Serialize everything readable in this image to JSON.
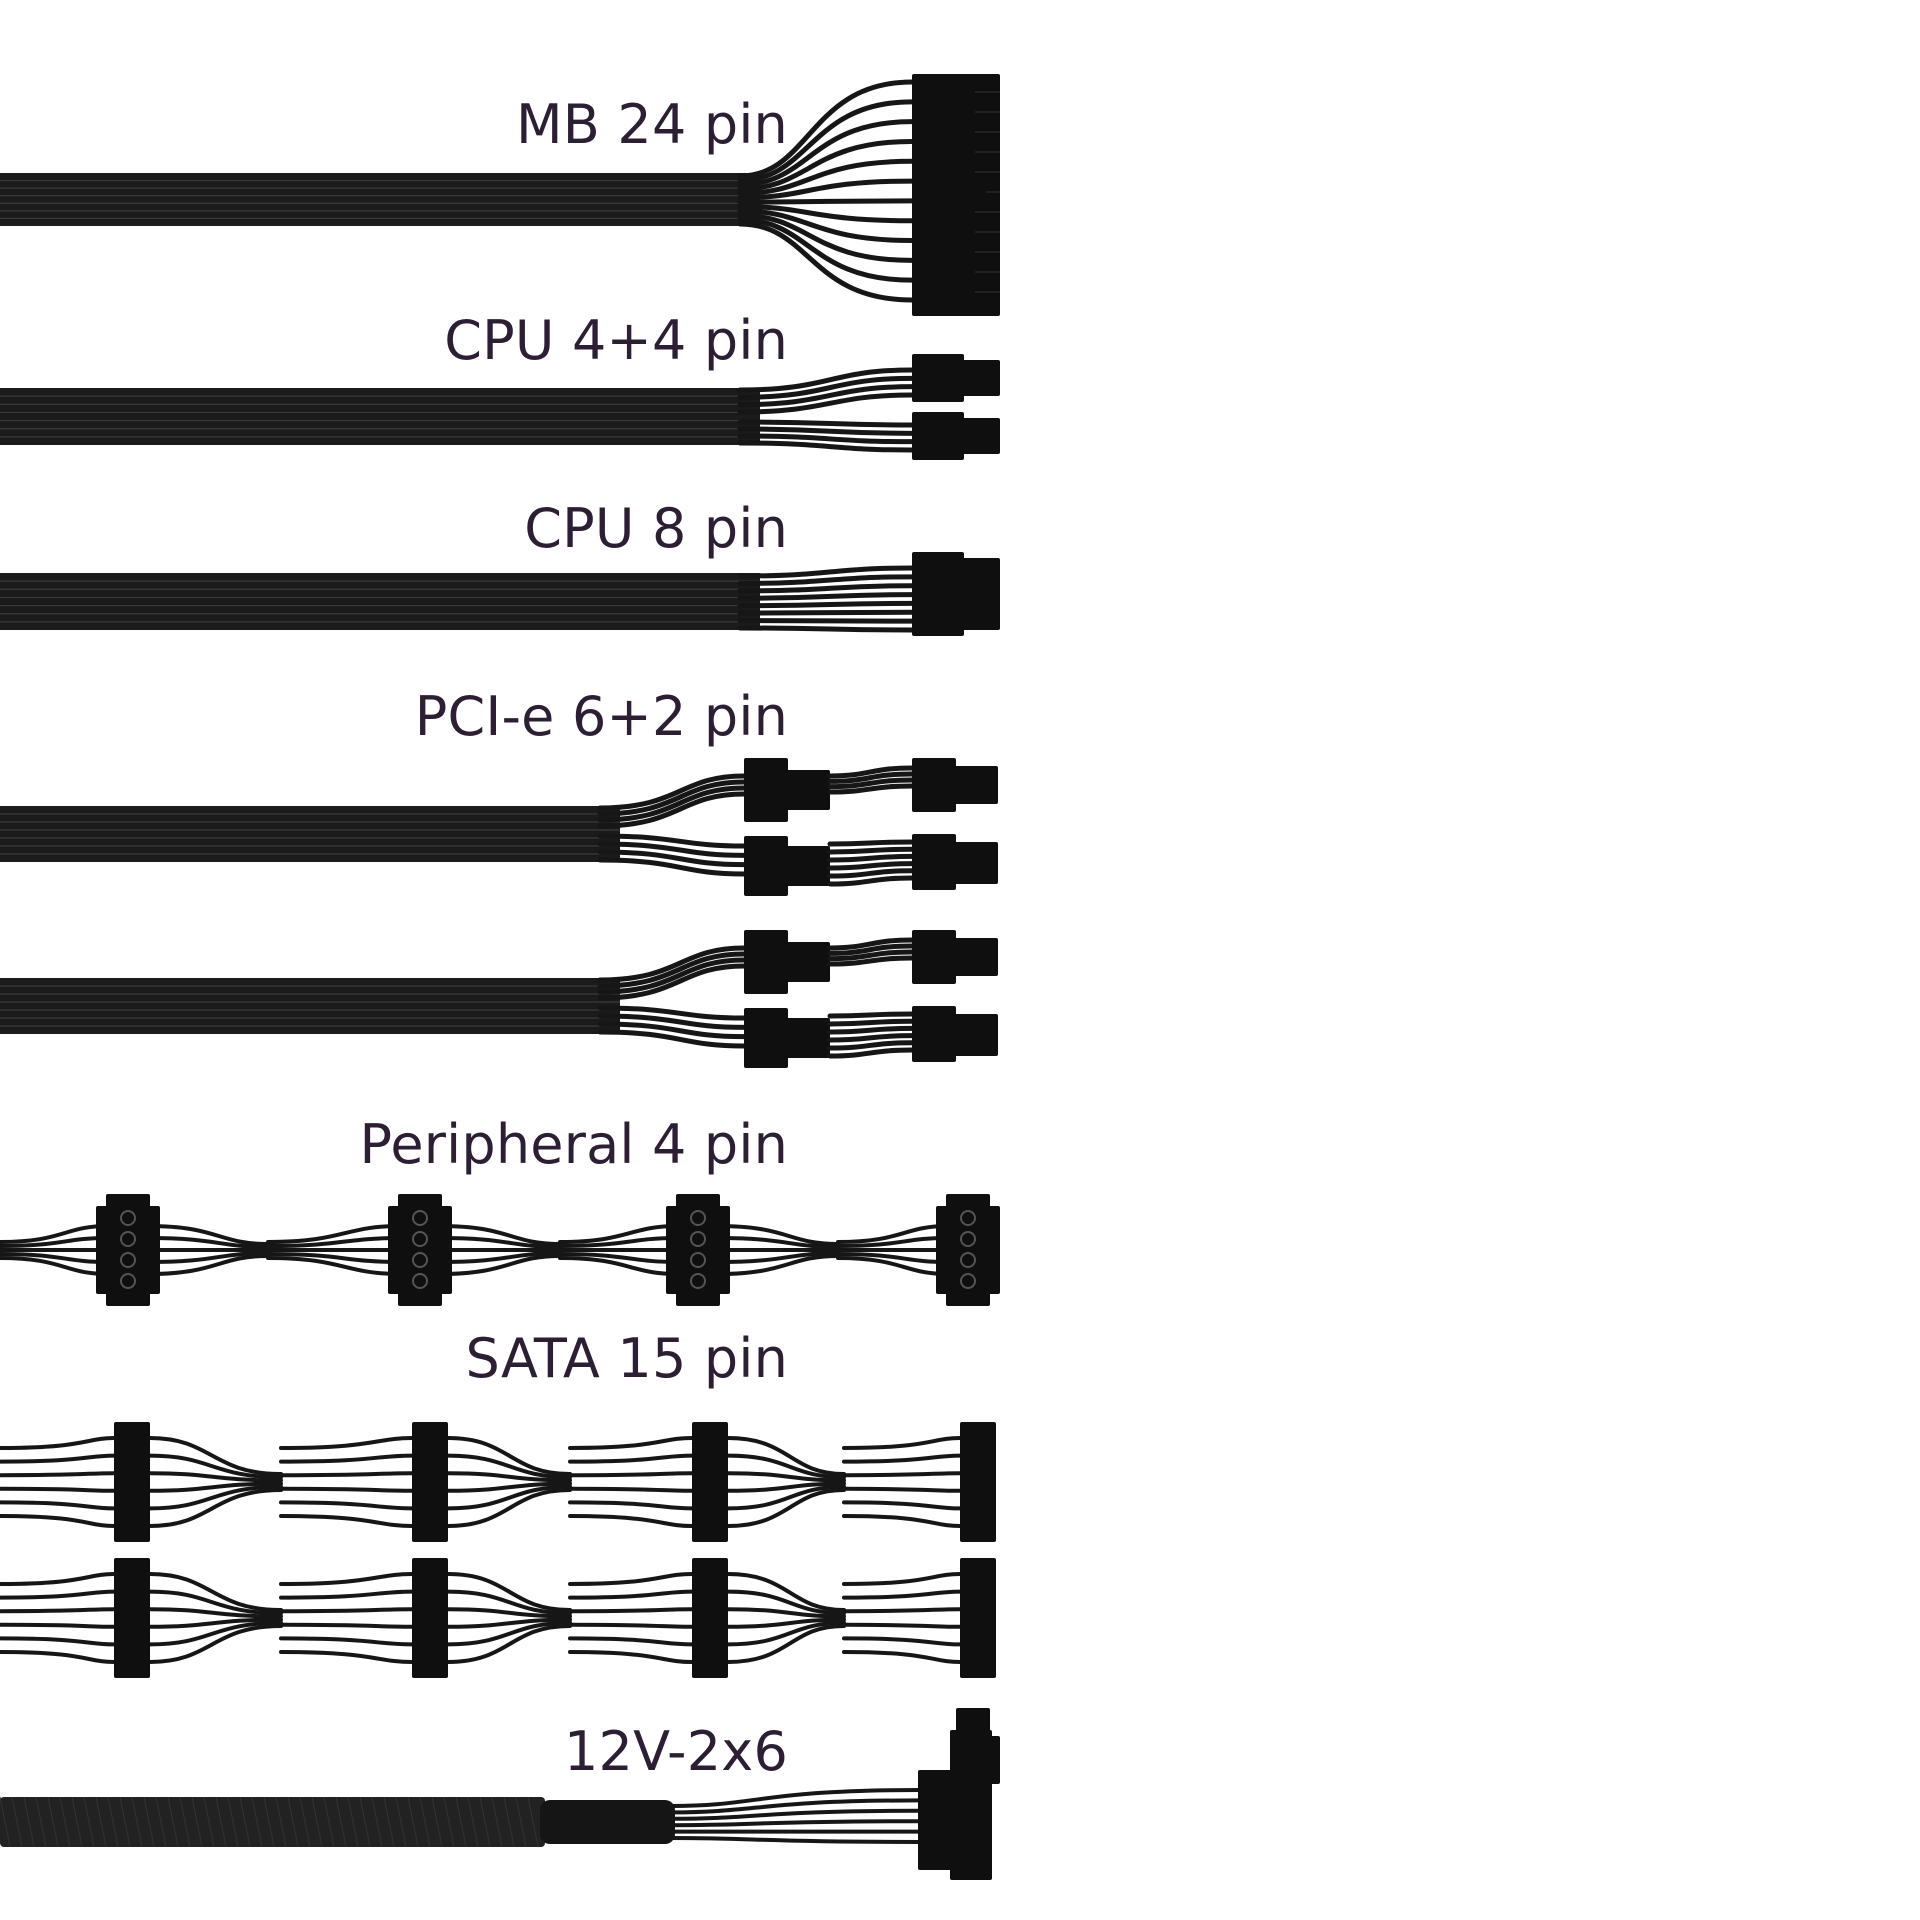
{
  "colors": {
    "background": "#ffffff",
    "label_text": "#2d1f33",
    "cable": "#1b1b1b",
    "wire": "#161616",
    "connector": "#0f0f0f",
    "wire_gap": "#3a3a3a"
  },
  "labels": {
    "mb": "MB 24 pin",
    "cpu44": "CPU 4+4 pin",
    "cpu8": "CPU 8 pin",
    "pcie": "PCI-e 6+2 pin",
    "peripheral": "Peripheral 4 pin",
    "sata": "SATA 15 pin",
    "v12": "12V-2x6"
  },
  "cables": [
    {
      "kind": "mb-24pin-cable"
    },
    {
      "kind": "cpu-4plus4-cable"
    },
    {
      "kind": "cpu-8pin-cable"
    },
    {
      "kind": "pcie-6plus2-cable"
    },
    {
      "kind": "pcie-6plus2-cable"
    },
    {
      "kind": "peripheral-4pin-cable"
    },
    {
      "kind": "sata-15pin-cable"
    },
    {
      "kind": "sata-15pin-cable"
    },
    {
      "kind": "12v-2x6-cable"
    }
  ]
}
